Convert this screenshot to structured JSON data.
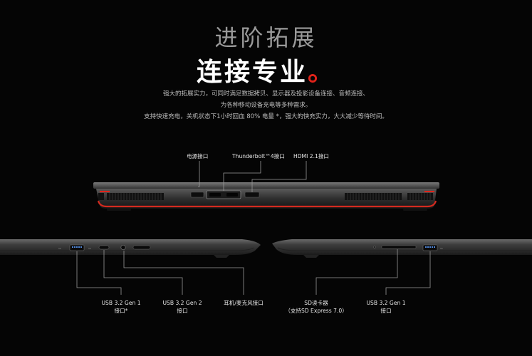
{
  "heading": {
    "line1": "进阶拓展",
    "line2": "连接专业",
    "accent_dot": "。"
  },
  "description": {
    "line1": "强大的拓展实力，可同时满足数据拷贝、显示器及投影设备连接、音频连接、",
    "line2": "为各种移动设备充电等多种需求。",
    "line3": "支持快速充电，关机状态下1小时回血 80% 电量 *，强大的快充实力，大大减少等待时间。"
  },
  "rear_labels": {
    "power": "电源接口",
    "thunderbolt": "Thunderbolt™4接口",
    "hdmi": "HDMI 2.1接口"
  },
  "left_side_labels": {
    "usb_gen1_l1": "USB 3.2 Gen 1",
    "usb_gen1_l2": "接口*",
    "usb_gen2_l1": "USB 3.2 Gen 2",
    "usb_gen2_l2": "接口",
    "audio": "耳机/麦克风接口"
  },
  "right_side_labels": {
    "sd_l1": "SD读卡器",
    "sd_l2": "（支持SD Express 7.0）",
    "usb_gen1_l1": "USB 3.2 Gen 1",
    "usb_gen1_l2": "接口"
  },
  "colors": {
    "background": "#050505",
    "accent_red": "#e2231a",
    "label_text": "#e8e8e8",
    "leader_line": "#9a9a9a"
  }
}
